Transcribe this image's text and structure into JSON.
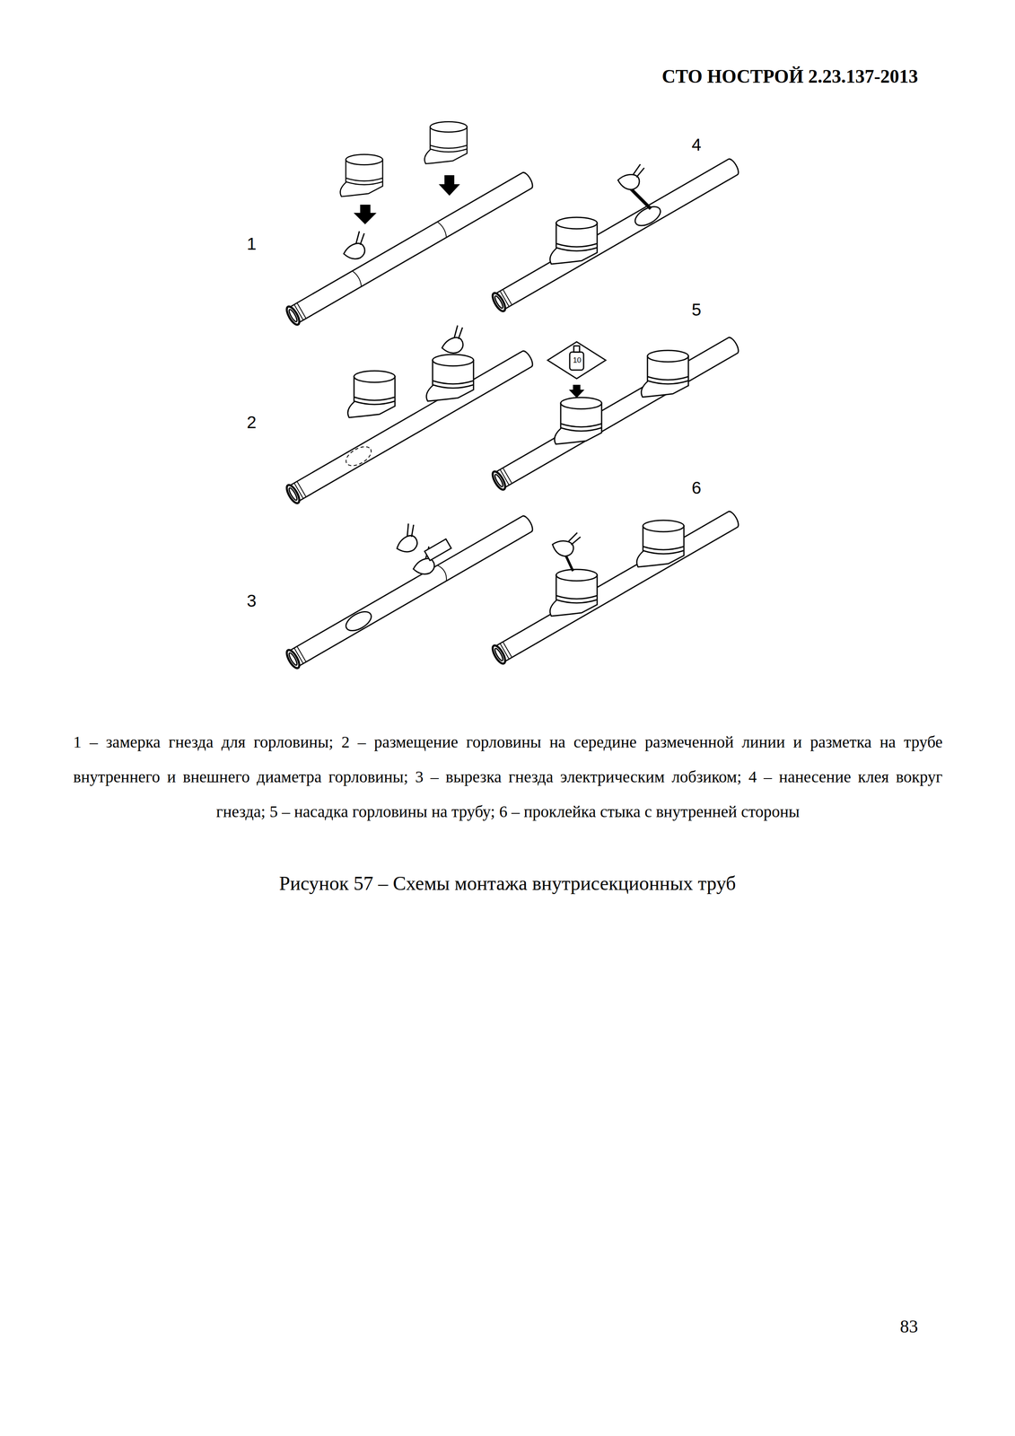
{
  "diagram": {
    "caption": "Рисунок 57 – Схемы монтажа внутрисекционных труб",
    "labels": [
      "СТО НОСТРОЙ 2.23.137-2013",
      "4",
      "1",
      "5",
      "2",
      "6",
      "3",
      "10",
      "1 – замерка гнезда для горловины; 2 – размещение горловины на середине размеченной линии и разметка на трубе внутреннего и внешнего диаметра горловины; 3 – вырезка гнезда электрическим лобзиком; 4 – нанесение клея вокруг гнезда; 5 – насадка горловины на трубу; 6 – проклейка стыка с внутренней стороны",
      "83"
    ]
  }
}
